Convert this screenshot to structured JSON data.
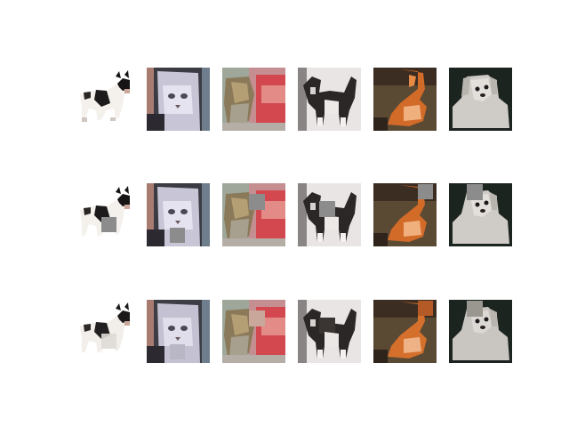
{
  "figure": {
    "rows": [
      "original",
      "masked",
      "reconstructed"
    ],
    "columns": 6,
    "subjects": [
      "dog",
      "cat",
      "cat",
      "cat",
      "cat",
      "dog"
    ],
    "mask_color": "#8c8c8c"
  }
}
